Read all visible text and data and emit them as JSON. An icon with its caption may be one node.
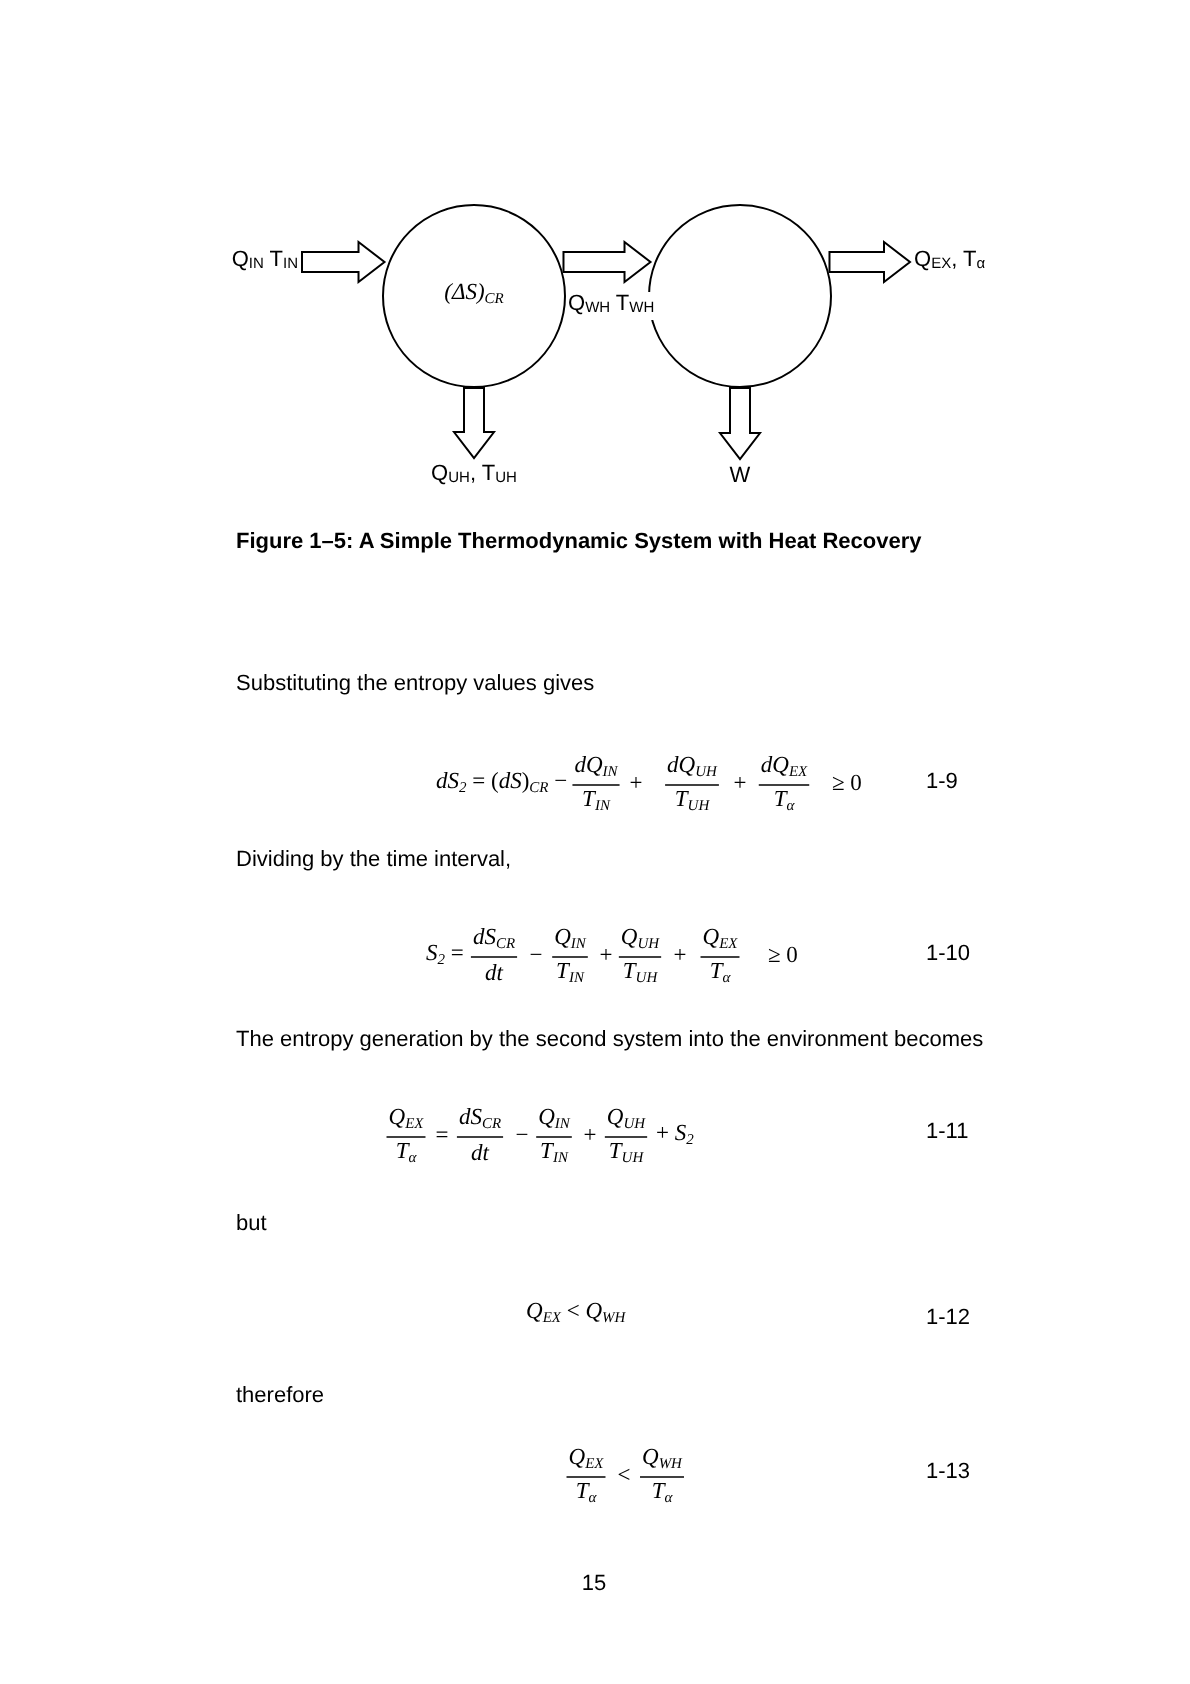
{
  "diagram": {
    "caption": "Figure 1–5: A Simple Thermodynamic System with Heat Recovery",
    "nodes": [
      {
        "text": [
          "Q$_{IN}$ T$_{IN}$"
        ]
      },
      {
        "text": [
          "(ΔS)$_{CR}$"
        ]
      },
      {
        "text": [],
        "shape": "circle"
      },
      {
        "text": [
          "Q$_{EX}$, T$_{α}$"
        ]
      },
      {
        "text": [
          "Q$_{UH}$, T$_{UH}$"
        ]
      },
      {
        "text": [
          "W"
        ]
      }
    ],
    "edges": [
      {
        "from": 0,
        "to": 1,
        "arrow": "to"
      },
      {
        "from": 1,
        "to": 2,
        "arrow": "to",
        "label": "Q$_{WH}$ T$_{WH}$"
      },
      {
        "from": 2,
        "to": 3,
        "arrow": "to"
      },
      {
        "from": 1,
        "to": 4,
        "arrow": "to"
      },
      {
        "from": 2,
        "to": 5,
        "arrow": "to"
      }
    ],
    "labels": [
      "Substituting the entropy values gives",
      "*dS*$_{2}$ = (*dS*)$_{CR}$ −",
      "*dQ*$_{IN}$",
      "*T*$_{IN}$",
      "+",
      "*dQ*$_{UH}$",
      "*T*$_{UH}$",
      "+",
      "*dQ*$_{EX}$",
      "*T*$_{α}$",
      "≥ 0",
      "1-9",
      "Dividing by the time interval,",
      "*S*$_{2}$ =",
      "*dS*$_{CR}$",
      "*dt*",
      "−",
      "*Q*$_{IN}$",
      "*T*$_{IN}$",
      "+",
      "*Q*$_{UH}$",
      "*T*$_{UH}$",
      "+",
      "*Q*$_{EX}$",
      "*T*$_{α}$",
      "≥ 0",
      "1-10",
      "The entropy generation by the second system into the environment becomes",
      "*Q*$_{EX}$",
      "*T*$_{α}$",
      "=",
      "*dS*$_{CR}$",
      "*dt*",
      "−",
      "*Q*$_{IN}$",
      "*T*$_{IN}$",
      "+",
      "*Q*$_{UH}$",
      "*T*$_{UH}$",
      "+ *S*$_{2}$",
      "1-11",
      "but",
      "*Q*$_{EX}$ < *Q*$_{WH}$",
      "1-12",
      "therefore",
      "*Q*$_{EX}$",
      "*T*$_{α}$",
      "<",
      "*Q*$_{WH}$",
      "*T*$_{α}$",
      "1-13",
      "15"
    ]
  }
}
